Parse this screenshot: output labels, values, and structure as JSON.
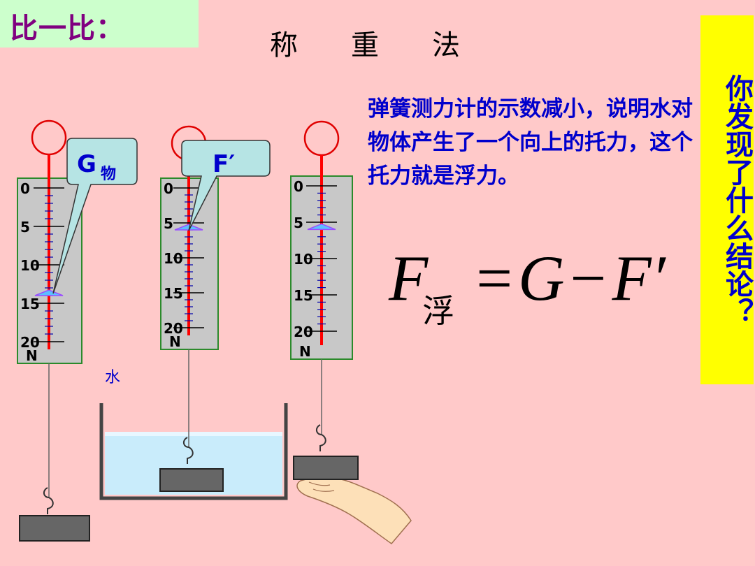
{
  "tag": {
    "label": "比一比："
  },
  "title": "称　重　法",
  "description": "弹簧测力计的示数减小，说明水对物体产生了一个向上的托力，这个托力就是浮力。",
  "side_question": "你发现了什么结论？",
  "formula": {
    "F": "F",
    "sub": "浮",
    "eq": "=",
    "G": "G",
    "minus": "−",
    "F2": "F′"
  },
  "water_label": "水",
  "scales": {
    "ticks": [
      "0",
      "5",
      "10",
      "15",
      "20"
    ],
    "unit": "N",
    "readings": [
      14,
      6,
      6
    ]
  },
  "callouts": {
    "g_main": "G",
    "g_sub": "物",
    "f_prime": "F′"
  },
  "colors": {
    "background": "#ffc9c9",
    "tag_bg": "#ccffcc",
    "side_bg": "#ffff00",
    "text_blue": "#0000cc",
    "scale_red": "#ff0000"
  }
}
